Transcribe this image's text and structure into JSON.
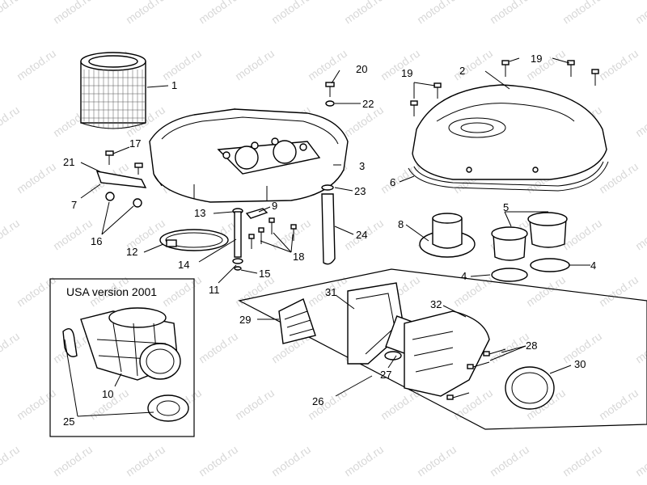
{
  "watermark": "motod.ru",
  "inset": {
    "caption": "USA version 2001"
  },
  "callouts": {
    "c1": "1",
    "c2": "2",
    "c3": "3",
    "c4a": "4",
    "c4b": "4",
    "c5": "5",
    "c6": "6",
    "c7": "7",
    "c8": "8",
    "c9": "9",
    "c10": "10",
    "c11": "11",
    "c12": "12",
    "c13": "13",
    "c14": "14",
    "c15": "15",
    "c16": "16",
    "c17": "17",
    "c18": "18",
    "c19a": "19",
    "c19b": "19",
    "c20": "20",
    "c21": "21",
    "c22": "22",
    "c23": "23",
    "c24": "24",
    "c25": "25",
    "c26": "26",
    "c27": "27",
    "c28": "28",
    "c29": "29",
    "c30": "30",
    "c31": "31",
    "c32": "32"
  }
}
